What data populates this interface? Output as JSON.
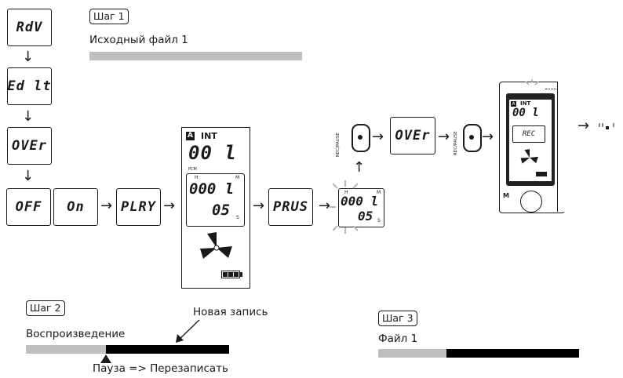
{
  "menu": {
    "adv": "RdV",
    "edit": "Ed lt",
    "over": "OVEr",
    "off": "OFF",
    "on": "On",
    "play": "PLRY",
    "paus": "PRUS",
    "over2": "OVEr"
  },
  "recorder_display": {
    "indicator": "A",
    "memory": "INT",
    "file_number": "00 l",
    "format": "PCM",
    "counter_top": "000 l",
    "counter_bottom": "05",
    "unit_h": "H",
    "unit_m": "M",
    "unit_s": "S"
  },
  "paused_display": {
    "unit_h": "H",
    "unit_m": "M",
    "counter_top": "000 l",
    "counter_bottom": "05",
    "unit_s": "S"
  },
  "device": {
    "indicator": "A",
    "memory": "INT",
    "file_number": "00 l",
    "status": "REC",
    "bottom_button": "M"
  },
  "rec_button_label": "REC/PAUSE",
  "steps": {
    "step1": {
      "label": "Шаг 1",
      "file_label": "Исходный файл 1"
    },
    "step2": {
      "label": "Шаг 2",
      "new_recording_label": "Новая запись",
      "playback_label": "Воспроизведение",
      "pause_label": "Пауза => Перезаписать"
    },
    "step3": {
      "label": "Шаг 3",
      "file_label": "Файл 1"
    }
  },
  "colors": {
    "original_file": "#bfbfbf",
    "new_recording": "#000000"
  }
}
